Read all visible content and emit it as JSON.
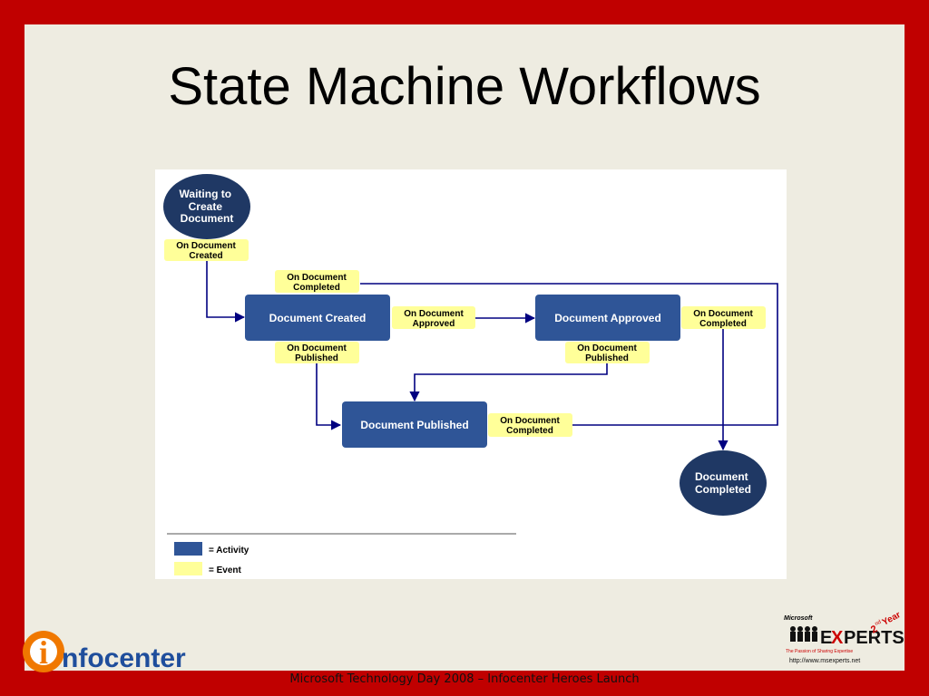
{
  "slide": {
    "title": "State Machine Workflows",
    "footer": "Microsoft Technology Day 2008 – Infocenter Heroes Launch"
  },
  "colors": {
    "frame": "#c00000",
    "slide_bg": "#eeece1",
    "activity": "#2f5597",
    "state_circle": "#1f3864",
    "event": "#ffff99",
    "arrow": "#000080",
    "logo_orange": "#f07800",
    "logo_blue": "#1f4e9c"
  },
  "diagram": {
    "states": {
      "waiting": [
        "Waiting to",
        "Create",
        "Document"
      ],
      "completed": [
        "Document",
        "Completed"
      ]
    },
    "activities": {
      "created": "Document Created",
      "approved": "Document Approved",
      "published": "Document Published"
    },
    "events": {
      "created": [
        "On Document",
        "Created"
      ],
      "completed_top": [
        "On Document",
        "Completed"
      ],
      "approved": [
        "On Document",
        "Approved"
      ],
      "completed_right": [
        "On Document",
        "Completed"
      ],
      "published_left": [
        "On Document",
        "Published"
      ],
      "published_right": [
        "On Document",
        "Published"
      ],
      "completed_bottom": [
        "On Document",
        "Completed"
      ]
    },
    "legend": {
      "activity": "=  Activity",
      "event": "= Event"
    }
  },
  "logos": {
    "infocenter": "nfocenter",
    "infocenter_initial": "i",
    "microsoft": "Microsoft",
    "experts_pre": "E",
    "experts_x": "X",
    "experts_post": "PERTS",
    "experts_tagline": "The Passion of Sharing Expertise",
    "experts_url": "http://www.msexperts.net",
    "year_num": "2",
    "year_sup": "nd",
    "year_word": "Year"
  }
}
